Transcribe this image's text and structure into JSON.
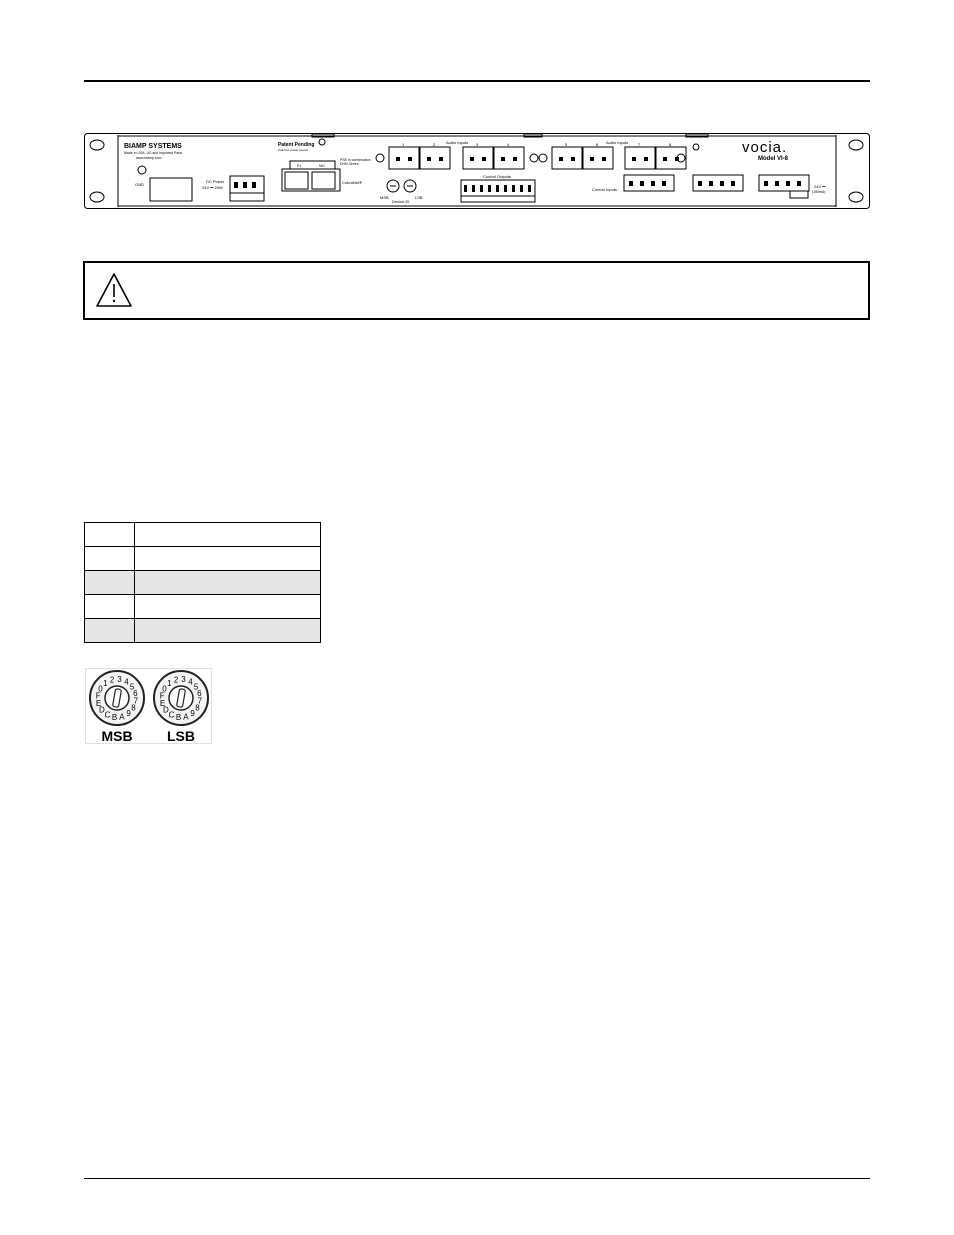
{
  "panel": {
    "brand": "BIAMP SYSTEMS",
    "origin": "Made in USA, US and Imported Parts",
    "website": "www.biamp.com",
    "gnd_label": "GND",
    "dc_power_label": "DC Power",
    "dc_power_rating": "24V ⎓ 20W",
    "patent": "Patent Pending",
    "patent_sub": "PoE has power source",
    "poe_note_1": "PSE in combination",
    "poe_note_2": "DHN Series",
    "port_left": "P1",
    "port_right": "NIC",
    "cobranet_label": "CobraNet®",
    "msb_label": "MSB",
    "lsb_label": "LSB",
    "device_id_label": "Device ID",
    "audio_inputs_label": "Audio Inputs",
    "control_outputs_label": "Control Outputs",
    "control_inputs_label": "Control Inputs",
    "ch1": "1",
    "ch2": "2",
    "ch3": "3",
    "ch4": "4",
    "ch5": "5",
    "ch6": "6",
    "ch7": "7",
    "ch8": "8",
    "logo": "vocia.",
    "model": "Model VI-8",
    "rating": "24V ⎓",
    "rating_sub": "(150mA)"
  },
  "dials": {
    "msb_caption": "MSB",
    "lsb_caption": "LSB",
    "digits": "0123456789ABCDEF"
  },
  "icons": [
    "warning-icon",
    "ground-icon",
    "rotary-switch-icon"
  ]
}
